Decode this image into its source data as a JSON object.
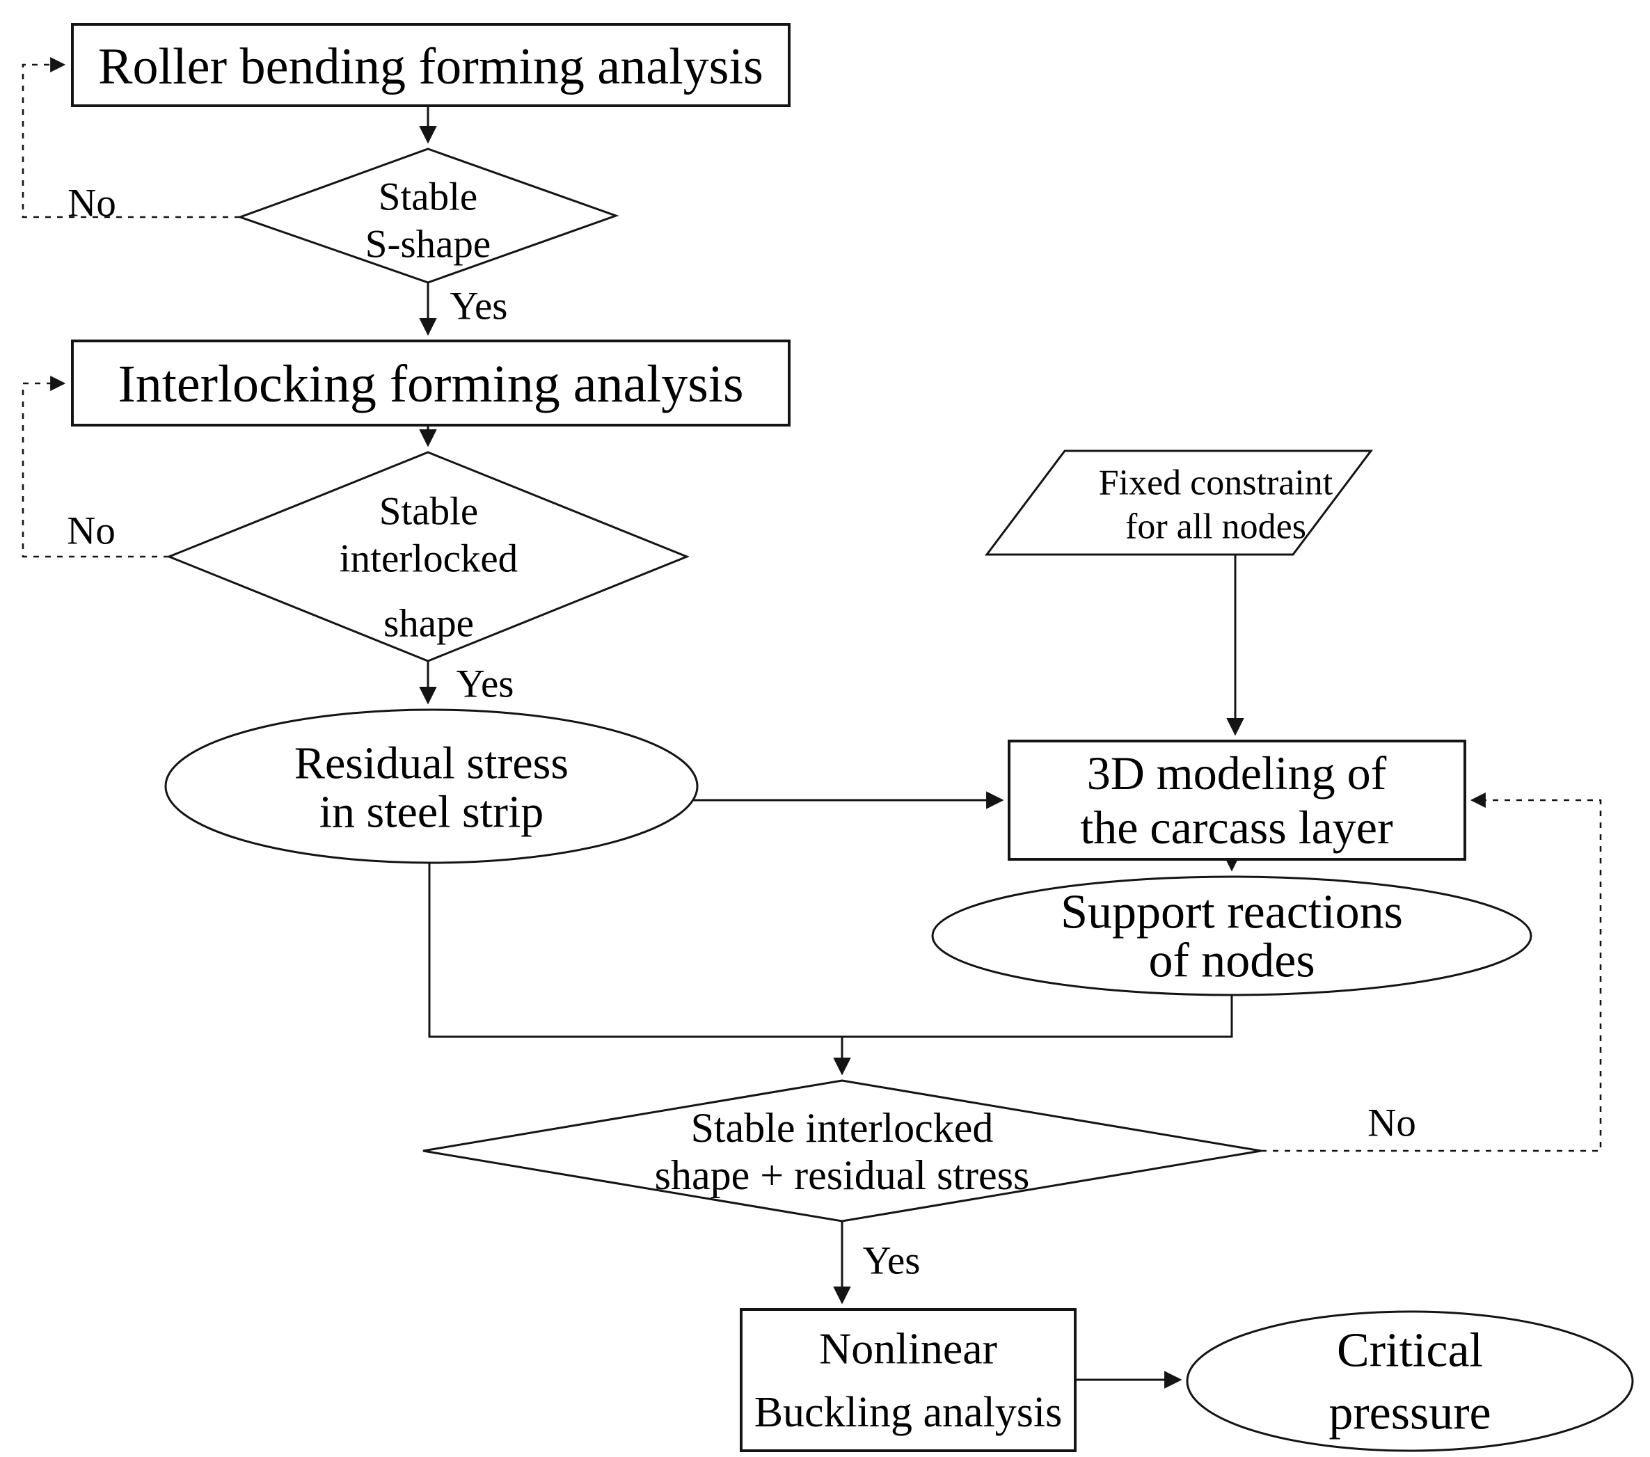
{
  "diagram": {
    "background": "#ffffff",
    "stroke_color": "#141414",
    "text_color": "#000000",
    "nodes": {
      "roller_bending": {
        "label": "Roller bending forming analysis"
      },
      "stable_s_shape": {
        "lines": [
          "Stable",
          "S-shape"
        ]
      },
      "interlocking": {
        "label": "Interlocking forming analysis"
      },
      "stable_interlocked": {
        "lines": [
          "Stable",
          "interlocked",
          "shape"
        ]
      },
      "residual_stress": {
        "lines": [
          "Residual stress",
          "in steel strip"
        ]
      },
      "fixed_constraint": {
        "lines": [
          "Fixed constraint",
          "for all nodes"
        ]
      },
      "modeling_3d": {
        "lines": [
          "3D modeling of",
          "the carcass layer"
        ]
      },
      "support_reactions": {
        "lines": [
          "Support reactions",
          "of nodes"
        ]
      },
      "stable_residual": {
        "lines": [
          "Stable interlocked",
          "shape + residual stress"
        ]
      },
      "nonlinear_buckling": {
        "lines": [
          "Nonlinear",
          "Buckling analysis"
        ]
      },
      "critical_pressure": {
        "lines": [
          "Critical",
          "pressure"
        ]
      }
    },
    "edge_labels": {
      "no_roller": "No",
      "yes_s_shape": "Yes",
      "no_interlocking": "No",
      "yes_interlocked": "Yes",
      "no_modeling": "No",
      "yes_stable_residual": "Yes"
    }
  }
}
